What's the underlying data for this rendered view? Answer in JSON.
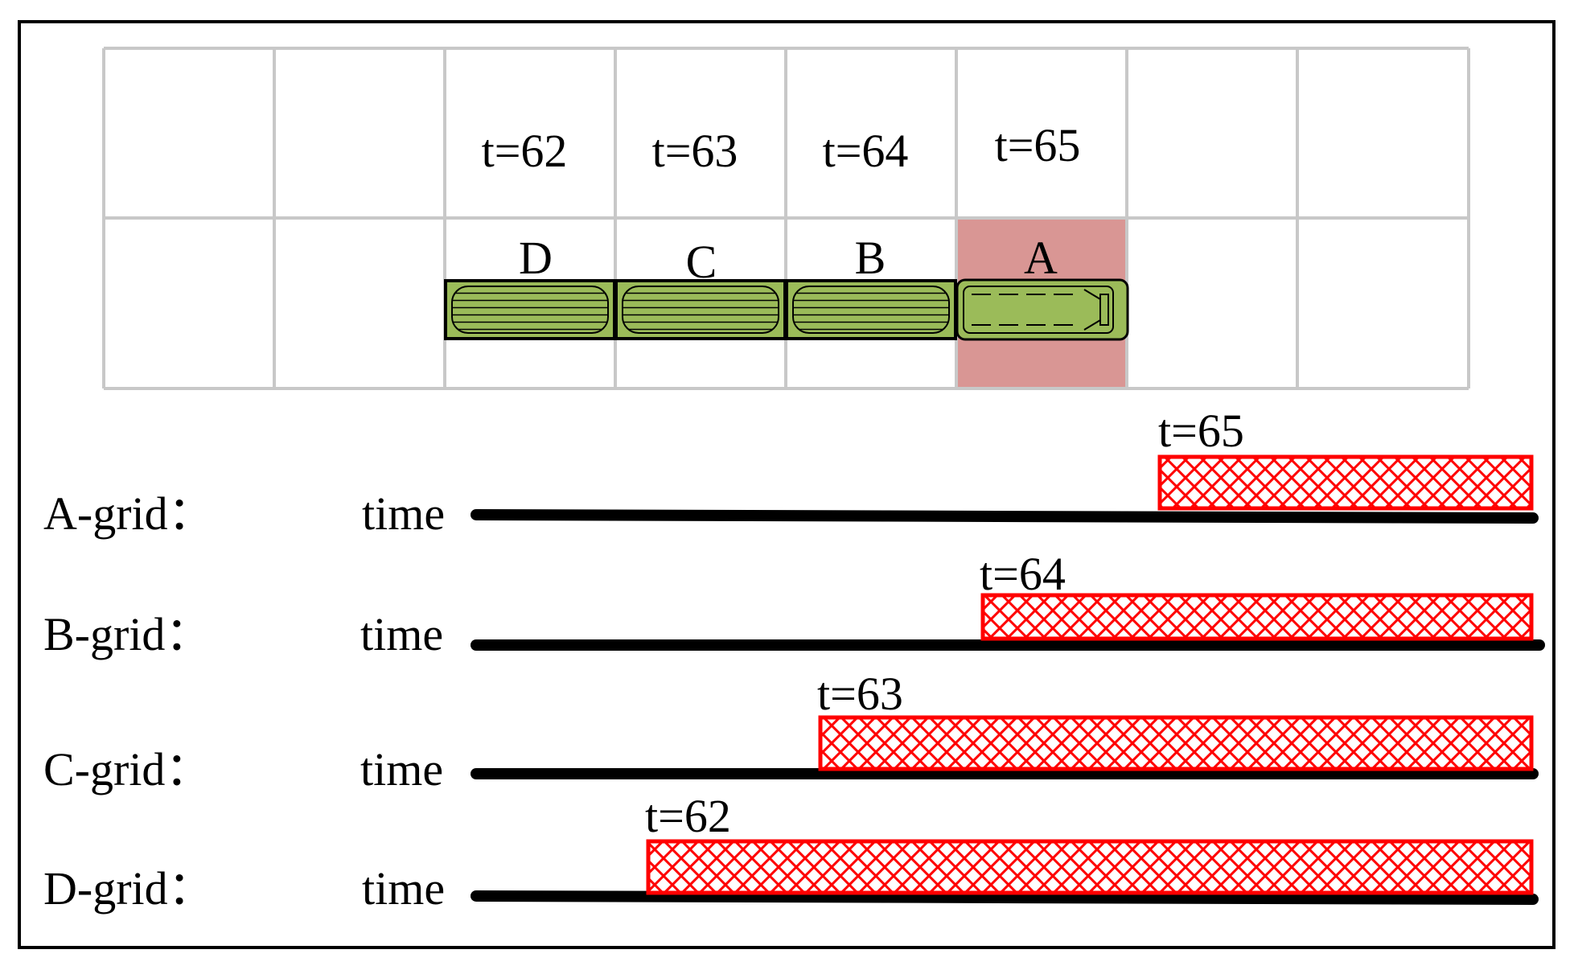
{
  "grid": {
    "time_labels": [
      "t=62",
      "t=63",
      "t=64",
      "t=65"
    ],
    "vehicle_labels": [
      "D",
      "C",
      "B",
      "A"
    ],
    "highlight_color": "#d99694",
    "vehicle_color": "#9bbb59"
  },
  "timelines": [
    {
      "label": "A-grid：",
      "axis": "time",
      "start_label": "t=65"
    },
    {
      "label": "B-grid：",
      "axis": "time",
      "start_label": "t=64"
    },
    {
      "label": "C-grid：",
      "axis": "time",
      "start_label": "t=63"
    },
    {
      "label": "D-grid：",
      "axis": "time",
      "start_label": "t=62"
    }
  ],
  "colors": {
    "occupied": "#ff0000",
    "axis": "#000000",
    "grid_line": "#c8c8c8"
  }
}
